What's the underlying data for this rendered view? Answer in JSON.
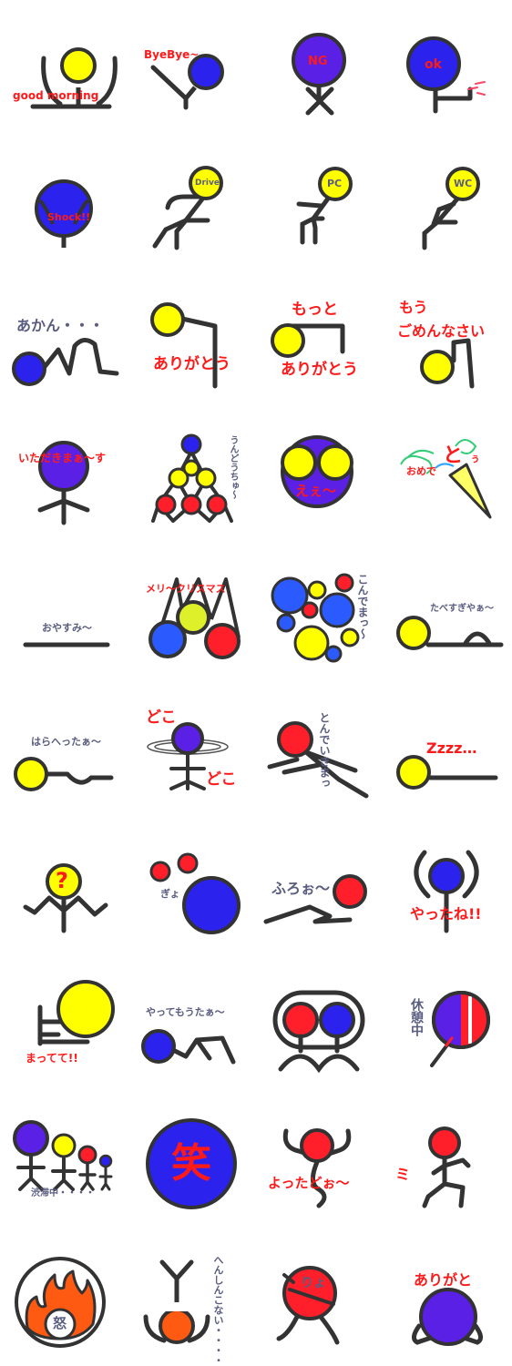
{
  "colors": {
    "yellow": "#ffff00",
    "blue": "#2b22ee",
    "violet": "#5a20e6",
    "red": "#ff1f2a",
    "orange": "#ff5a12",
    "outline": "#333333",
    "label_red": "#ff1a1a",
    "label_gray": "#5a5d80"
  },
  "stickers": [
    {
      "label": "good morning"
    },
    {
      "label": "ByeBye~"
    },
    {
      "label": "NG"
    },
    {
      "label": "ok"
    },
    {
      "label": "Shock!!"
    },
    {
      "label": "Drive"
    },
    {
      "label": "PC"
    },
    {
      "label": "WC"
    },
    {
      "label": "あかん・・・"
    },
    {
      "label": "ありがとう"
    },
    {
      "label_top": "もっと",
      "label_bottom": "ありがとう"
    },
    {
      "label_top": "もう",
      "label_bottom": "ごめんなさい"
    },
    {
      "label": "いただきまぁ～す"
    },
    {
      "label": "うんどうちゅ～"
    },
    {
      "label": "えぇ～"
    },
    {
      "label_main": "と",
      "label_small": "おめで",
      "label_tail": "ぅ"
    },
    {
      "label": "おやすみ～"
    },
    {
      "label": "メリ～クリスマス"
    },
    {
      "label": "こんでまっ～"
    },
    {
      "label": "たべすぎやぁ～"
    },
    {
      "label": "はらへったぁ～"
    },
    {
      "label_top": "どこ",
      "label_bottom": "どこ"
    },
    {
      "label": "とんでいきまっ"
    },
    {
      "label": "Zzzz…"
    },
    {
      "label": "?"
    },
    {
      "label": "ぎょ"
    },
    {
      "label": "ふろぉ～"
    },
    {
      "label": "やったね!!"
    },
    {
      "label": "まってて!!"
    },
    {
      "label": "やってもうたぁ～"
    },
    {
      "label": ""
    },
    {
      "label": "休憩中"
    },
    {
      "label": "渋滞中・・・・"
    },
    {
      "label": "笑"
    },
    {
      "label": "よったどぉ～"
    },
    {
      "label": "ミ"
    },
    {
      "label": "怒"
    },
    {
      "label": "へんしんこない・・・・"
    },
    {
      "label": "りょ"
    },
    {
      "label": "ありがと"
    }
  ]
}
